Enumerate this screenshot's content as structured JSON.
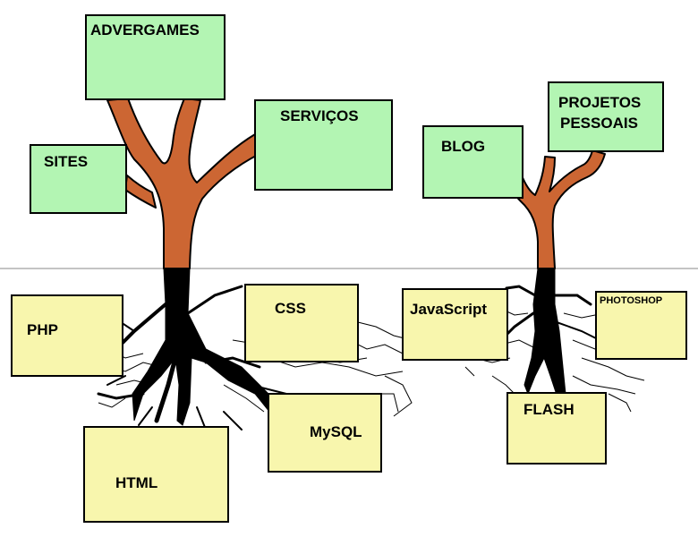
{
  "colors": {
    "branch": "#cc6633",
    "root": "#000000",
    "branch_box": "#b3f5b3",
    "root_box": "#f8f6ad",
    "ground_line": "#888888"
  },
  "branches": {
    "advergames": "ADVERGAMES",
    "sites": "SITES",
    "servicos": "SERVIÇOS",
    "blog": "BLOG",
    "projetos_line1": "PROJETOS",
    "projetos_line2": "PESSOAIS"
  },
  "roots": {
    "php": "PHP",
    "css": "CSS",
    "javascript": "JavaScript",
    "photoshop": "PHOTOSHOP",
    "html": "HTML",
    "mysql": "MySQL",
    "flash": "FLASH"
  }
}
